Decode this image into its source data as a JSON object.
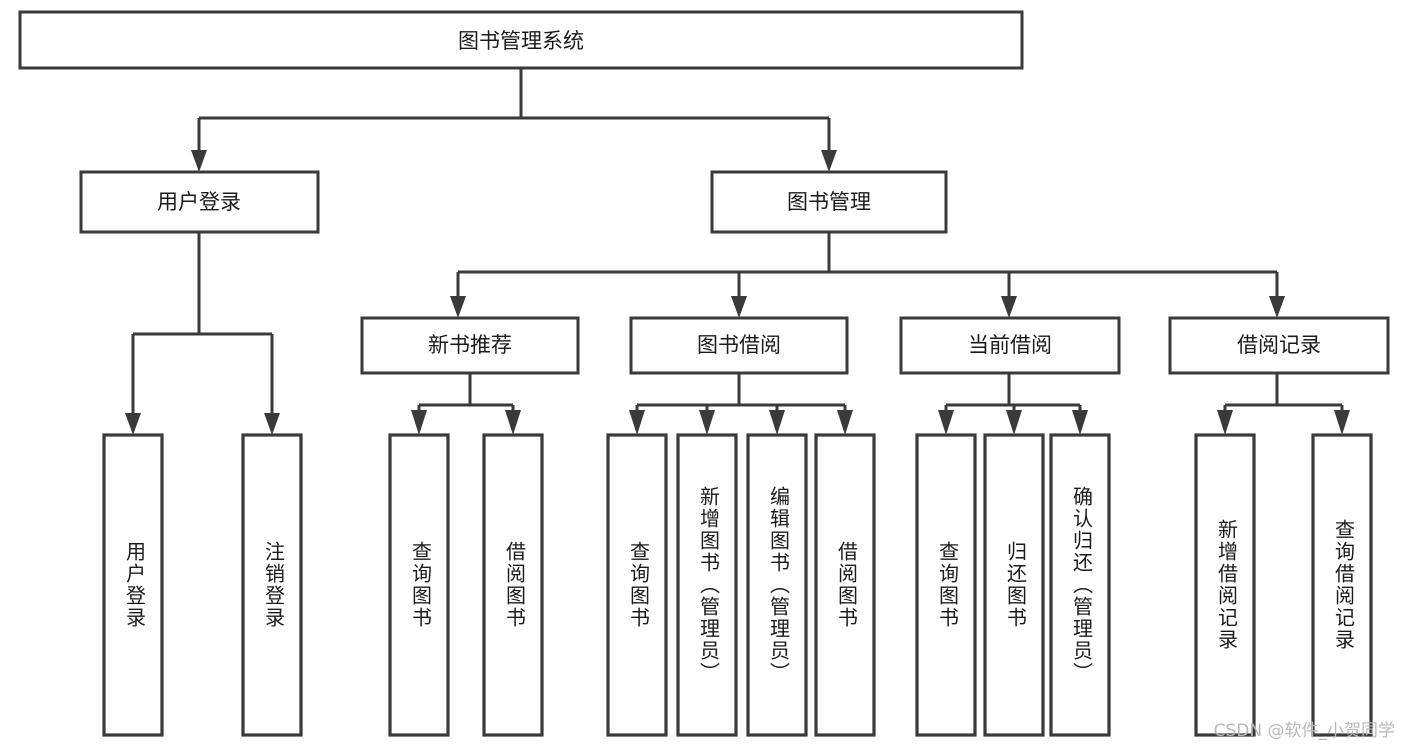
{
  "diagram": {
    "title": "图书管理系统",
    "type": "hierarchy-tree",
    "watermark": "CSDN @软件_小贺同学",
    "colors": {
      "box_stroke": "#3a3a3a",
      "box_fill": "#ffffff",
      "text": "#1b1b1b",
      "background": "#ffffff",
      "watermark": "#b9b9b9"
    },
    "root": {
      "label": "图书管理系统"
    },
    "level2": [
      {
        "label": "用户登录"
      },
      {
        "label": "图书管理"
      }
    ],
    "level3": [
      {
        "label": "新书推荐"
      },
      {
        "label": "图书借阅"
      },
      {
        "label": "当前借阅"
      },
      {
        "label": "借阅记录"
      }
    ],
    "leaves": {
      "user_login": [
        {
          "label": "用户登录"
        },
        {
          "label": "注销登录"
        }
      ],
      "new_book_recommend": [
        {
          "label": "查询图书"
        },
        {
          "label": "借阅图书"
        }
      ],
      "book_borrow": [
        {
          "label": "查询图书"
        },
        {
          "label": "新增图书（管理员）"
        },
        {
          "label": "编辑图书（管理员）"
        },
        {
          "label": "借阅图书"
        }
      ],
      "current_borrow": [
        {
          "label": "查询图书"
        },
        {
          "label": "归还图书"
        },
        {
          "label": "确认归还（管理员）"
        }
      ],
      "borrow_record": [
        {
          "label": "新增借阅记录"
        },
        {
          "label": "查询借阅记录"
        }
      ]
    }
  }
}
